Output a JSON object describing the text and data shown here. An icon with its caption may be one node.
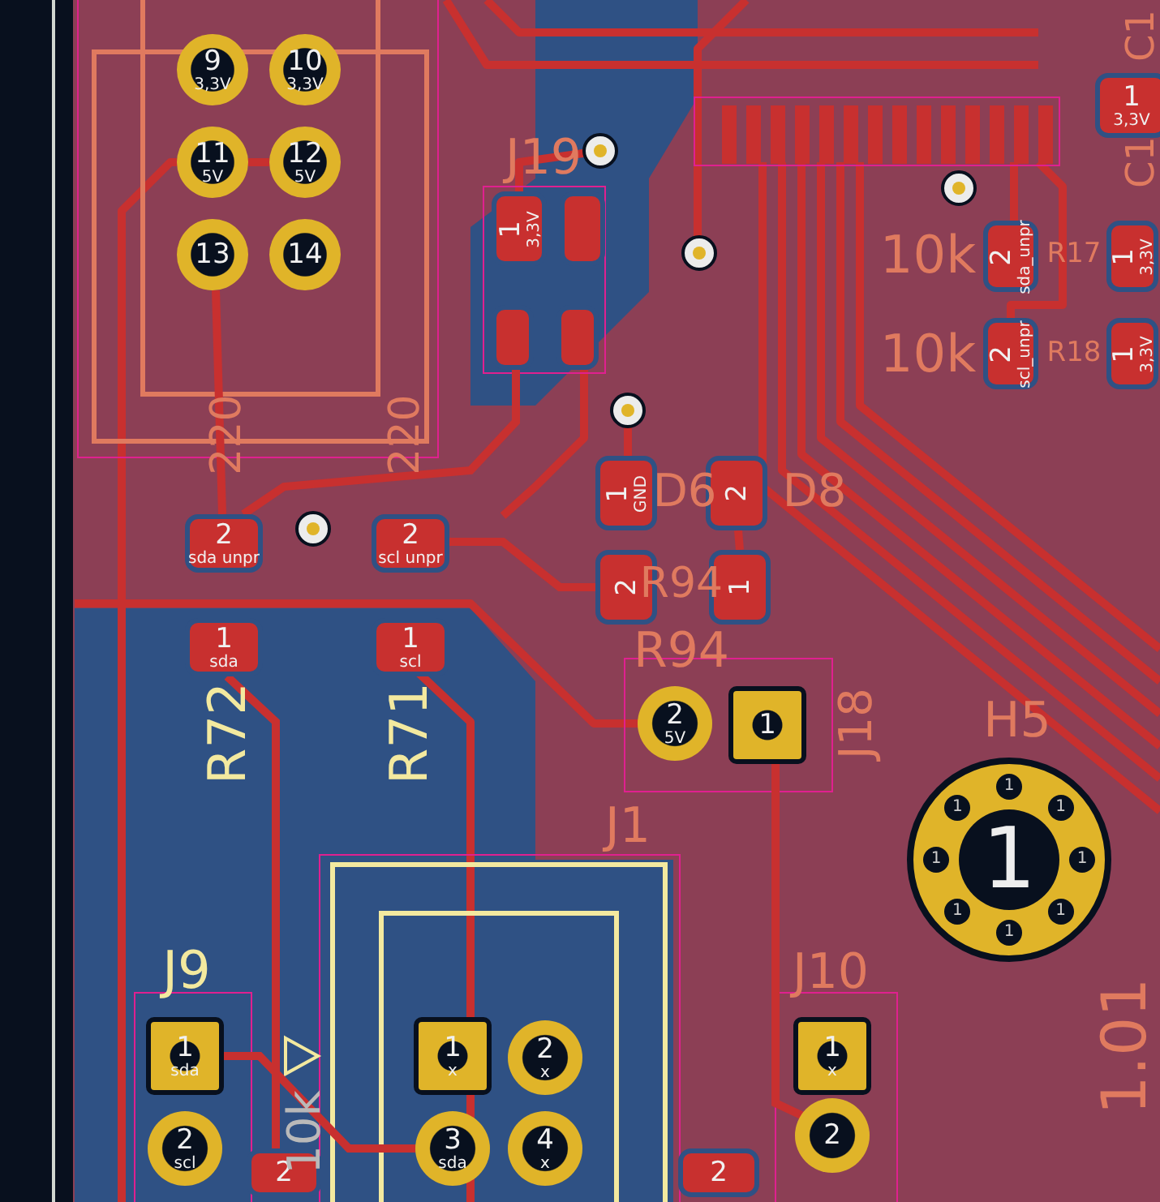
{
  "diagram": {
    "nodes": [
      {
        "text": [
          "9",
          "3,3V"
        ]
      },
      {
        "text": [
          "10",
          "3,3V"
        ]
      },
      {
        "text": [
          "11",
          "5V"
        ]
      },
      {
        "text": [
          "12",
          "5V"
        ]
      },
      {
        "text": [
          "13"
        ]
      },
      {
        "text": [
          "14"
        ]
      },
      {
        "text": [
          "1",
          "3,3V"
        ]
      },
      {
        "text": [
          "1",
          "3,3V"
        ]
      },
      {
        "text": [],
        "shape": "box"
      },
      {
        "text": [
          "2",
          "sda_unpr"
        ]
      },
      {
        "text": [
          "1",
          "3,3V"
        ]
      },
      {
        "text": [],
        "shape": "box"
      },
      {
        "text": [],
        "shape": "box"
      },
      {
        "text": [
          "2",
          "scl_unpr"
        ]
      },
      {
        "text": [
          "1",
          "3,3V"
        ]
      },
      {
        "text": [
          "1",
          "GND"
        ]
      },
      {
        "text": [
          "2"
        ]
      },
      {
        "text": [
          "2",
          "sda unpr"
        ]
      },
      {
        "text": [
          "2",
          "scl unpr"
        ]
      },
      {
        "text": [
          "2"
        ]
      },
      {
        "text": [
          "1"
        ]
      },
      {
        "text": [
          "1",
          "sda"
        ]
      },
      {
        "text": [
          "1",
          "scl"
        ]
      },
      {
        "text": [
          "2",
          "5V"
        ]
      },
      {
        "text": [
          "1"
        ]
      },
      {
        "text": [
          "1",
          "1",
          "1",
          "1",
          "1",
          "1",
          "1",
          "1",
          "1"
        ]
      },
      {
        "text": [
          "1",
          "sda"
        ]
      },
      {
        "text": [
          "1",
          "x"
        ]
      },
      {
        "text": [
          "2",
          "x"
        ]
      },
      {
        "text": [
          "1",
          "x"
        ]
      },
      {
        "text": [
          "2",
          "scl"
        ]
      },
      {
        "text": [
          "3",
          "sda"
        ]
      },
      {
        "text": [
          "4",
          "x"
        ]
      },
      {
        "text": [
          "2"
        ]
      },
      {
        "text": [
          "2"
        ]
      },
      {
        "text": [
          "2"
        ]
      }
    ],
    "edges": [
      {
        "from": 2,
        "to": 3,
        "arrow": "none"
      },
      {
        "from": 4,
        "to": 17,
        "arrow": "none"
      },
      {
        "from": 16,
        "to": 20,
        "arrow": "none"
      },
      {
        "from": 18,
        "to": 19,
        "arrow": "none"
      },
      {
        "from": 26,
        "to": 31,
        "arrow": "none"
      },
      {
        "from": 21,
        "to": 34,
        "arrow": "none"
      },
      {
        "from": 11,
        "to": 17,
        "arrow": "none"
      },
      {
        "from": 24,
        "to": 33,
        "arrow": "none"
      }
    ],
    "labels": [
      "J19",
      "C1",
      "C1",
      "10k",
      "R17",
      "10k",
      "R18",
      "220",
      "220",
      "D6",
      "D8",
      "R94",
      "R94",
      "R72",
      "R71",
      "H5",
      "J18",
      "J1",
      "J9",
      "J10",
      "10k",
      "1.01"
    ]
  }
}
